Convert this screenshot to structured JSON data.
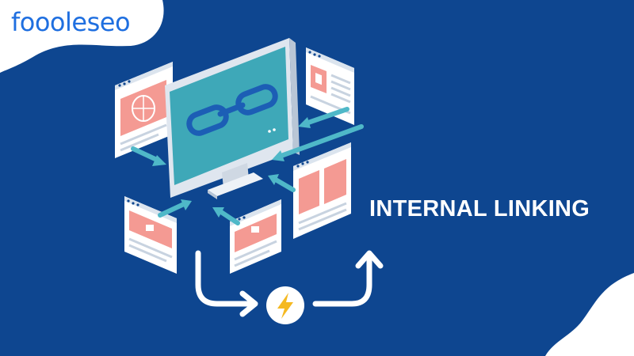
{
  "brand": {
    "name_part1": "fooo",
    "name_part2": "le",
    "name_part3": "seo",
    "color": "#1f6fe0"
  },
  "headline": "INTERNAL LINKING",
  "colors": {
    "background": "#0e4690",
    "accent": "#4fb8c8",
    "card_pink": "#f49a93",
    "monitor_screen": "#3ea8b8",
    "bolt": "#f5b921"
  },
  "icons": {
    "center": "link-chain-icon",
    "flow": "lightning-bolt-icon"
  }
}
